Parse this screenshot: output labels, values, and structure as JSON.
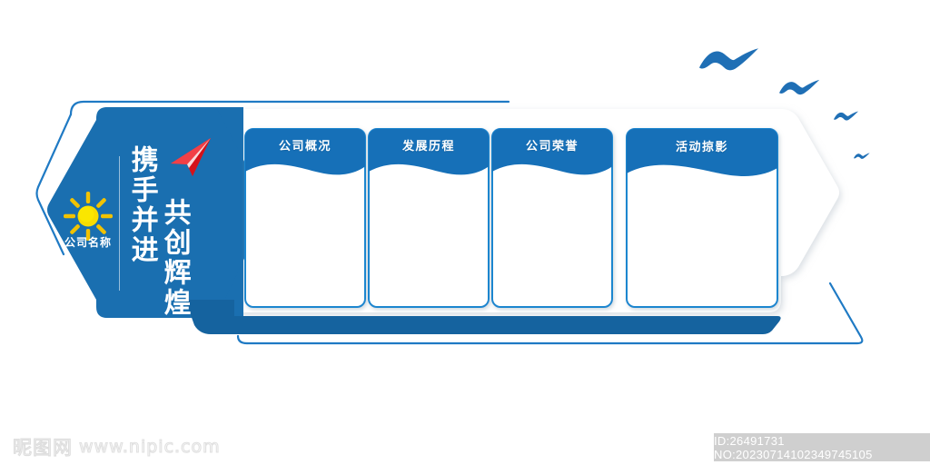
{
  "poster": {
    "brand": {
      "logo_icon": "sun-icon",
      "company_name": "公司名称",
      "airplane_icon": "paper-airplane-icon"
    },
    "slogan": {
      "line1": "携手并进",
      "line2": "共创辉煌"
    },
    "cards": [
      {
        "title": "公司概况"
      },
      {
        "title": "发展历程"
      },
      {
        "title": "公司荣誉"
      },
      {
        "title": "活动掠影"
      }
    ],
    "decor": {
      "birds_icon": "flying-birds-icon",
      "bird_count": 4
    },
    "colors": {
      "brand_blue": "#1a6fb0",
      "header_blue": "#1670b8",
      "outline_blue": "#1f7ac4",
      "deep_blue": "#15639f",
      "accent_red": "#e8232a",
      "sun_yellow": "#f5d100",
      "panel_white": "#ffffff",
      "watermark_grey": "#e0e0e0",
      "badge_grey": "#cfcfcf"
    }
  },
  "watermark": {
    "site_cjk": "昵图网",
    "site_url": "www.nipic.com"
  },
  "id_badge": {
    "text": "ID:26491731 NO:20230714102349745105"
  }
}
